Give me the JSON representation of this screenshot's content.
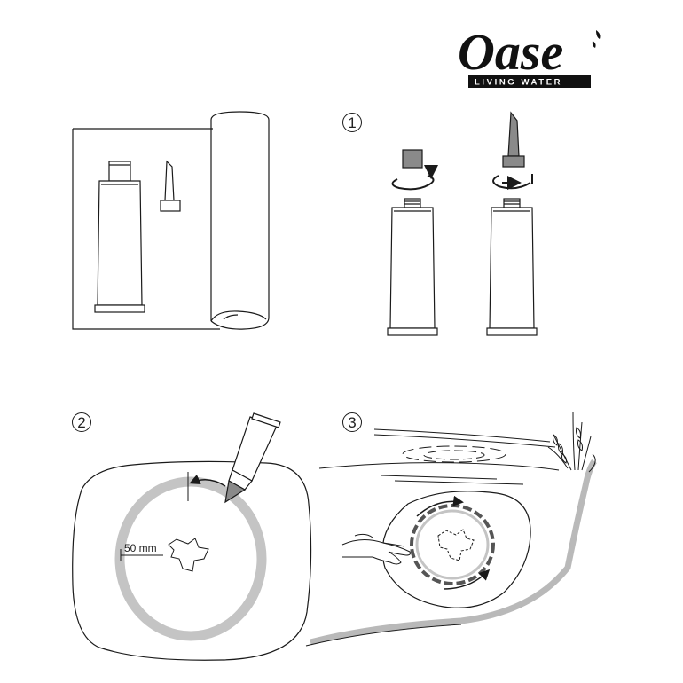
{
  "brand": {
    "name": "Oase",
    "tagline": "LIVING WATER"
  },
  "steps": [
    {
      "number": "1"
    },
    {
      "number": "2",
      "measurement": "50 mm"
    },
    {
      "number": "3"
    }
  ],
  "colors": {
    "line": "#1a1a1a",
    "adhesive_bead": "#c4c4c4",
    "cap": "#8a8a8a",
    "bank": "#b9b9b9"
  }
}
